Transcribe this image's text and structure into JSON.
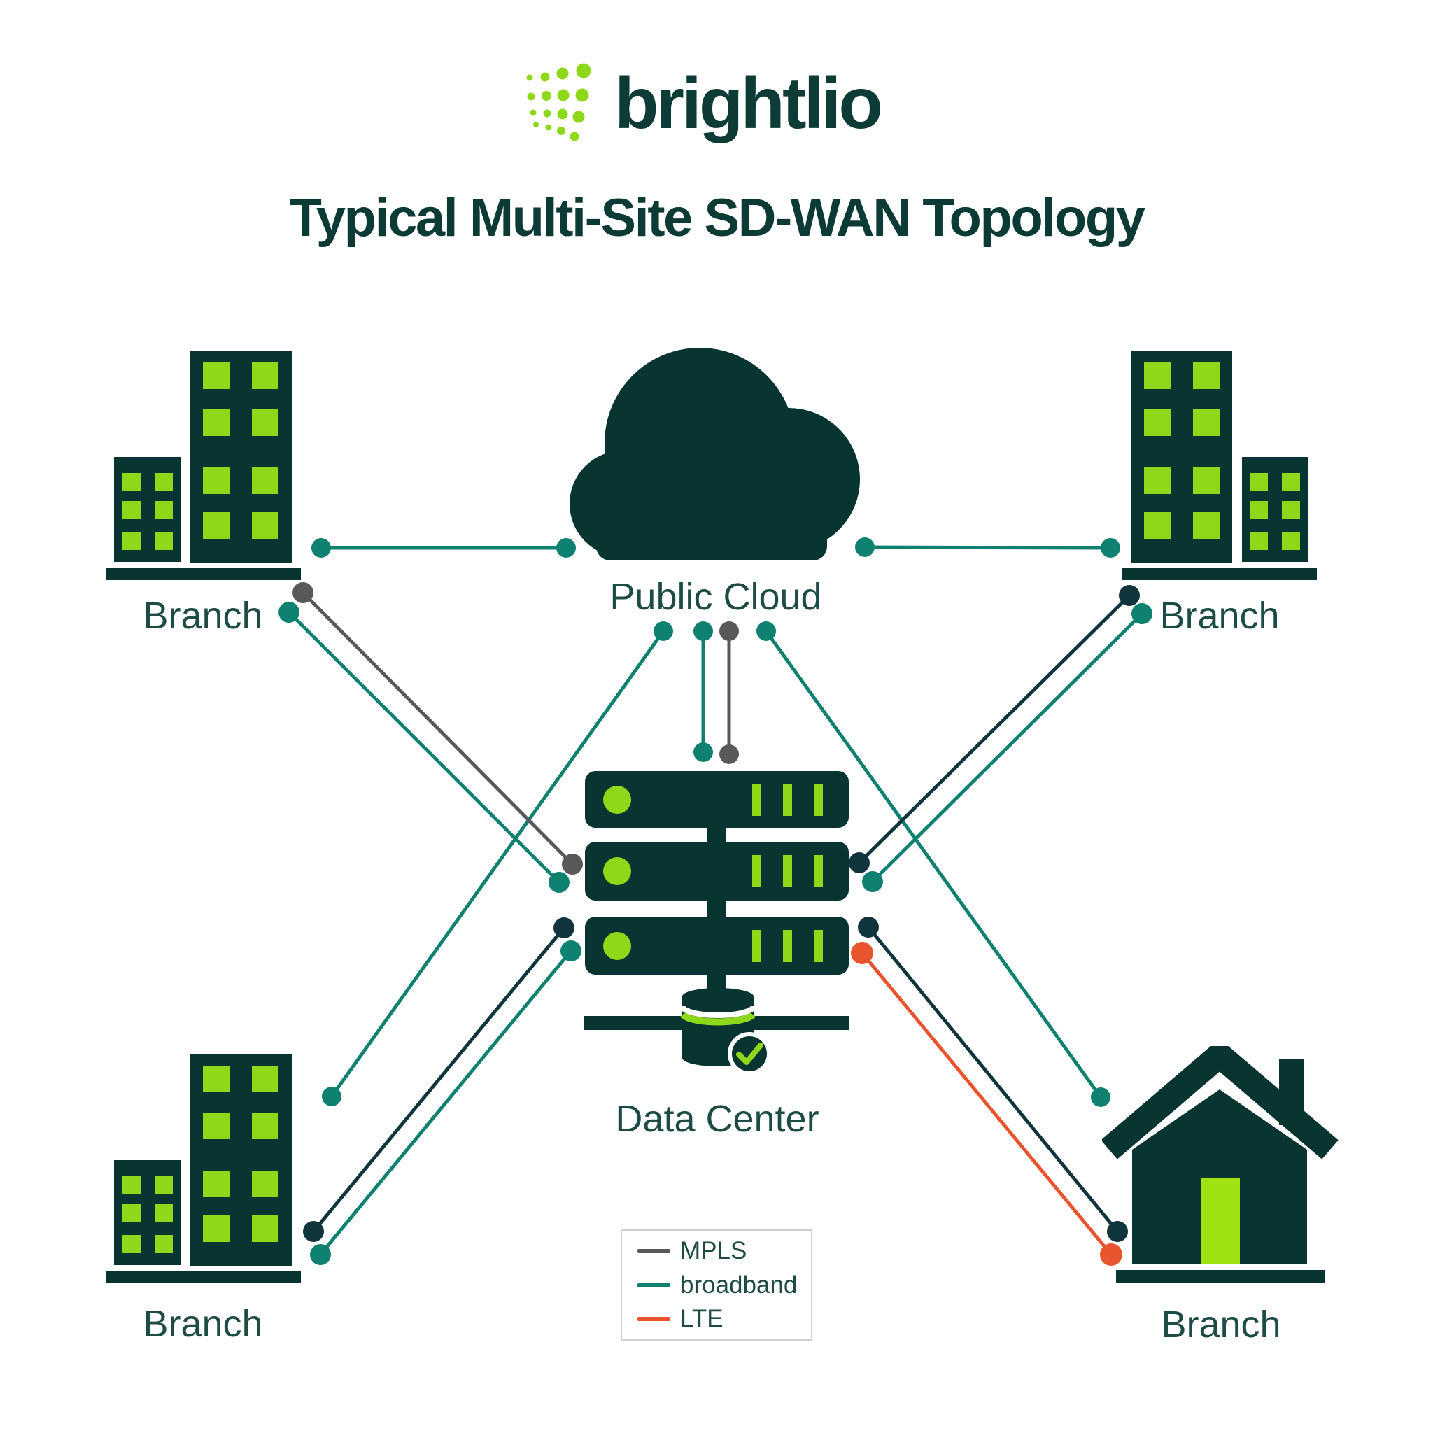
{
  "brand": {
    "logo_text": "brightlio",
    "logo_mark": "green-dots-grid",
    "logo_color": "#0D3B35",
    "logo_dot_color": "#8DD919"
  },
  "title": "Typical Multi-Site SD-WAN Topology",
  "colors": {
    "icon_dark": "#083531",
    "accent_green": "#8DD919",
    "door_green": "#9EE311",
    "label_text": "#1D4B45",
    "mpls_gray": "#59595B",
    "mpls_dark": "#11353C",
    "broadband_teal": "#0F8170",
    "lte_orange": "#E7542D",
    "background": "#ffffff"
  },
  "nodes": {
    "branch_top_left": {
      "label": "Branch",
      "icon": "office-buildings"
    },
    "branch_top_right": {
      "label": "Branch",
      "icon": "office-buildings"
    },
    "branch_bottom_left": {
      "label": "Branch",
      "icon": "office-buildings"
    },
    "branch_bottom_right": {
      "label": "Branch",
      "icon": "house"
    },
    "public_cloud": {
      "label": "Public Cloud",
      "icon": "cloud"
    },
    "data_center": {
      "label": "Data Center",
      "icon": "server-rack-with-database"
    }
  },
  "links": [
    {
      "from": "branch_top_left",
      "to": "public_cloud",
      "type": "broadband"
    },
    {
      "from": "branch_top_right",
      "to": "public_cloud",
      "type": "broadband"
    },
    {
      "from": "branch_bottom_left",
      "to": "public_cloud",
      "type": "broadband"
    },
    {
      "from": "branch_bottom_right",
      "to": "public_cloud",
      "type": "broadband"
    },
    {
      "from": "public_cloud",
      "to": "data_center",
      "type": "broadband"
    },
    {
      "from": "public_cloud",
      "to": "data_center",
      "type": "MPLS"
    },
    {
      "from": "branch_top_left",
      "to": "data_center",
      "type": "MPLS"
    },
    {
      "from": "branch_top_left",
      "to": "data_center",
      "type": "broadband"
    },
    {
      "from": "branch_top_right",
      "to": "data_center",
      "type": "MPLS"
    },
    {
      "from": "branch_top_right",
      "to": "data_center",
      "type": "broadband"
    },
    {
      "from": "branch_bottom_left",
      "to": "data_center",
      "type": "MPLS"
    },
    {
      "from": "branch_bottom_left",
      "to": "data_center",
      "type": "broadband"
    },
    {
      "from": "branch_bottom_right",
      "to": "data_center",
      "type": "MPLS"
    },
    {
      "from": "branch_bottom_right",
      "to": "data_center",
      "type": "LTE"
    }
  ],
  "legend": {
    "items": [
      {
        "label": "MPLS",
        "color": "#59595B"
      },
      {
        "label": "broadband",
        "color": "#0F8170"
      },
      {
        "label": "LTE",
        "color": "#E7542D"
      }
    ]
  }
}
